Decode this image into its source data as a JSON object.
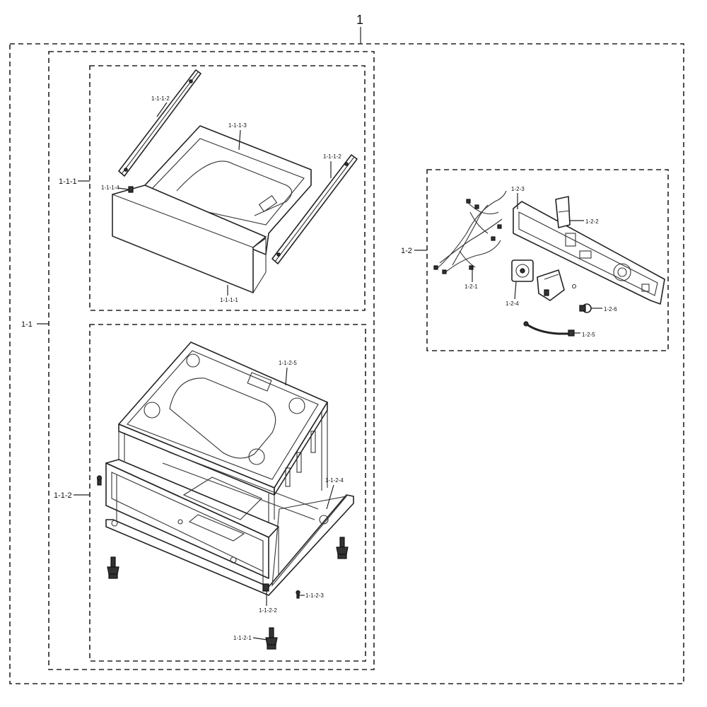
{
  "diagram": {
    "callouts": {
      "assembly": "1",
      "drawer_pedestal": "1-1",
      "drawer": "1-1-1",
      "rail_left": "1-1-1-2",
      "rail_right": "1-1-1-2",
      "drawer_box": "1-1-1-3",
      "drawer_clip": "1-1-1-4",
      "drawer_front": "1-1-1-1",
      "cabinet": "1-1-2",
      "cabinet_top": "1-1-2-5",
      "base_frame": "1-1-2-4",
      "screw": "1-1-2-3",
      "leveling_leg_front": "1-1-2-2",
      "leveling_leg": "1-1-2-1",
      "electrical_kit": "1-2",
      "bracket_plate": "1-2-3",
      "bracket": "1-2-2",
      "wire_harness": "1-2-1",
      "switch_module": "1-2-4",
      "knob": "1-2-6",
      "hose": "1-2-5"
    }
  }
}
